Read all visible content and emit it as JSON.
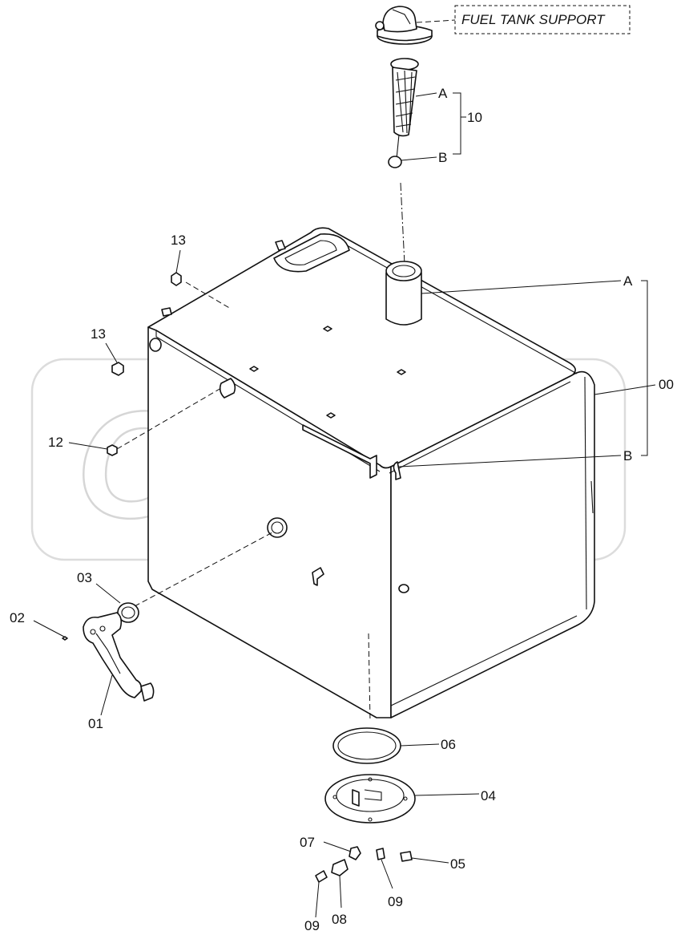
{
  "callout": "FUEL TANK SUPPORT",
  "labels": {
    "p00": "00",
    "p01": "01",
    "p02": "02",
    "p03": "03",
    "p04": "04",
    "p05": "05",
    "p06": "06",
    "p07": "07",
    "p08": "08",
    "p09a": "09",
    "p09b": "09",
    "p10": "10",
    "p12": "12",
    "p13a": "13",
    "p13b": "13",
    "gaugeA": "A",
    "gaugeB": "B",
    "tankA": "A",
    "tankB": "B"
  },
  "watermark": "OPEX"
}
